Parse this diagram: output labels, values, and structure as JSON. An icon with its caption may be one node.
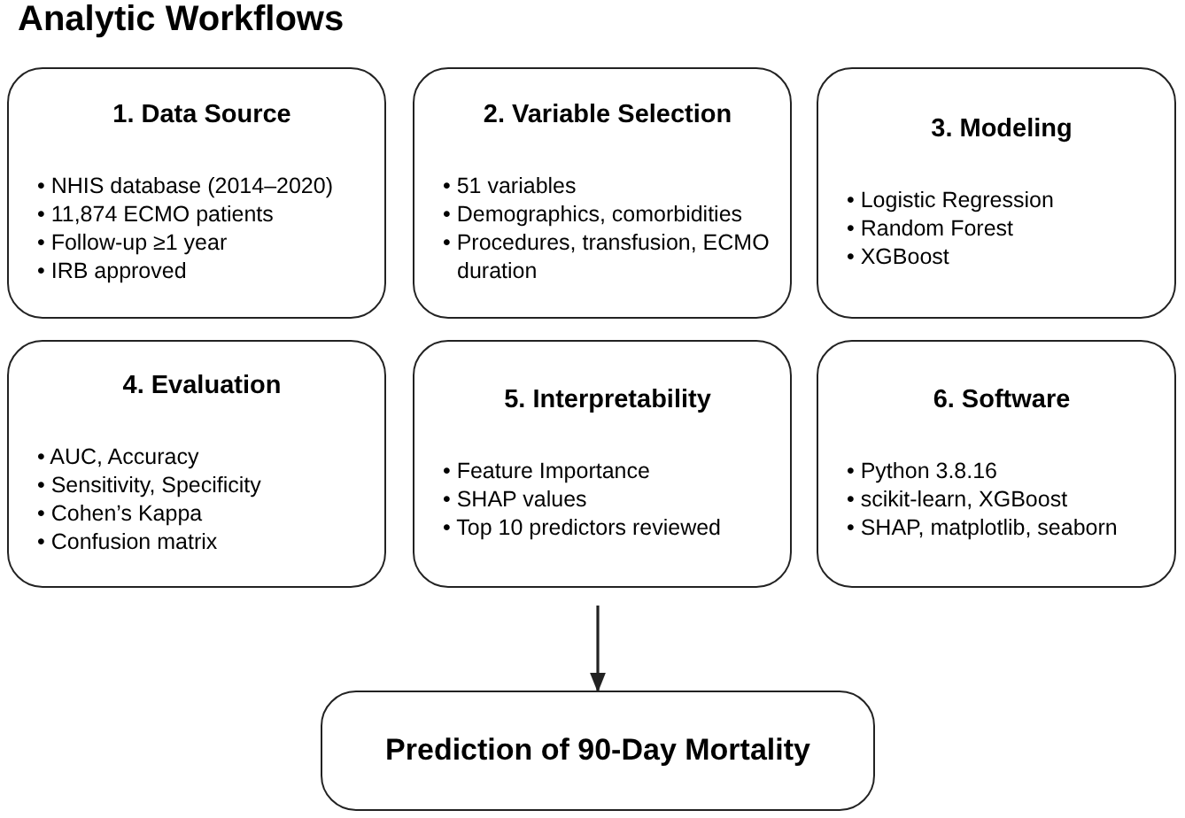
{
  "diagram": {
    "title": "Analytic Workflows",
    "nodes": [
      {
        "text": [
          "1. Data Source",
          "• NHIS database (2014–2020)",
          "• 11,874 ECMO patients",
          "• Follow-up ≥1 year",
          "• IRB approved"
        ]
      },
      {
        "text": [
          "2. Variable Selection",
          "• 51 variables",
          "• Demographics, comorbidities",
          "• Procedures, transfusion, ECMO duration"
        ]
      },
      {
        "text": [
          "3. Modeling",
          "• Logistic Regression",
          "• Random Forest",
          "• XGBoost"
        ]
      },
      {
        "text": [
          "4. Evaluation",
          "• AUC, Accuracy",
          "• Sensitivity, Specificity",
          "• Cohen’s Kappa",
          "• Confusion matrix"
        ]
      },
      {
        "text": [
          "5. Interpretability",
          "• Feature Importance",
          "• SHAP values",
          "• Top 10 predictors reviewed"
        ]
      },
      {
        "text": [
          "6. Software",
          "• Python 3.8.16",
          "• scikit-learn, XGBoost",
          "• SHAP, matplotlib, seaborn"
        ]
      },
      {
        "text": [
          "Prediction of 90-Day Mortality"
        ]
      }
    ],
    "edges": [
      {
        "from": 4,
        "to": 6,
        "arrow": "to"
      }
    ]
  }
}
